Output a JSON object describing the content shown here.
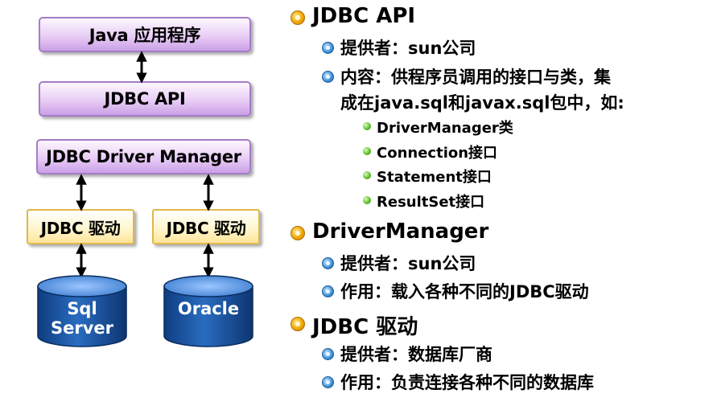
{
  "diagram": {
    "layers": {
      "application": "Java 应用程序",
      "jdbc_api": "JDBC API",
      "driver_manager": "JDBC Driver Manager",
      "driver_left": "JDBC 驱动",
      "driver_right": "JDBC 驱动"
    },
    "databases": {
      "left": [
        "Sql",
        "Server"
      ],
      "right": "Oracle"
    },
    "colors": {
      "purple_box": "#caa0e6",
      "yellow_box": "#ffe59a",
      "database": "#1f5aa8"
    }
  },
  "outline": [
    {
      "level": 1,
      "text": "JDBC API"
    },
    {
      "level": 2,
      "text": "提供者：sun公司"
    },
    {
      "level": 2,
      "text": "内容：供程序员调用的接口与类，集"
    },
    {
      "level": 2,
      "text": "成在java.sql和javax.sql包中，如:"
    },
    {
      "level": 3,
      "text": "DriverManager类"
    },
    {
      "level": 3,
      "text": "Connection接口"
    },
    {
      "level": 3,
      "text": "Statement接口"
    },
    {
      "level": 3,
      "text": "ResultSet接口"
    },
    {
      "level": 1,
      "text": "DriverManager"
    },
    {
      "level": 2,
      "text": "提供者：sun公司"
    },
    {
      "level": 2,
      "text": "作用：载入各种不同的JDBC驱动"
    },
    {
      "level": 1,
      "text": "JDBC 驱动"
    },
    {
      "level": 2,
      "text": "提供者：数据库厂商"
    },
    {
      "level": 2,
      "text": "作用：负责连接各种不同的数据库"
    }
  ]
}
